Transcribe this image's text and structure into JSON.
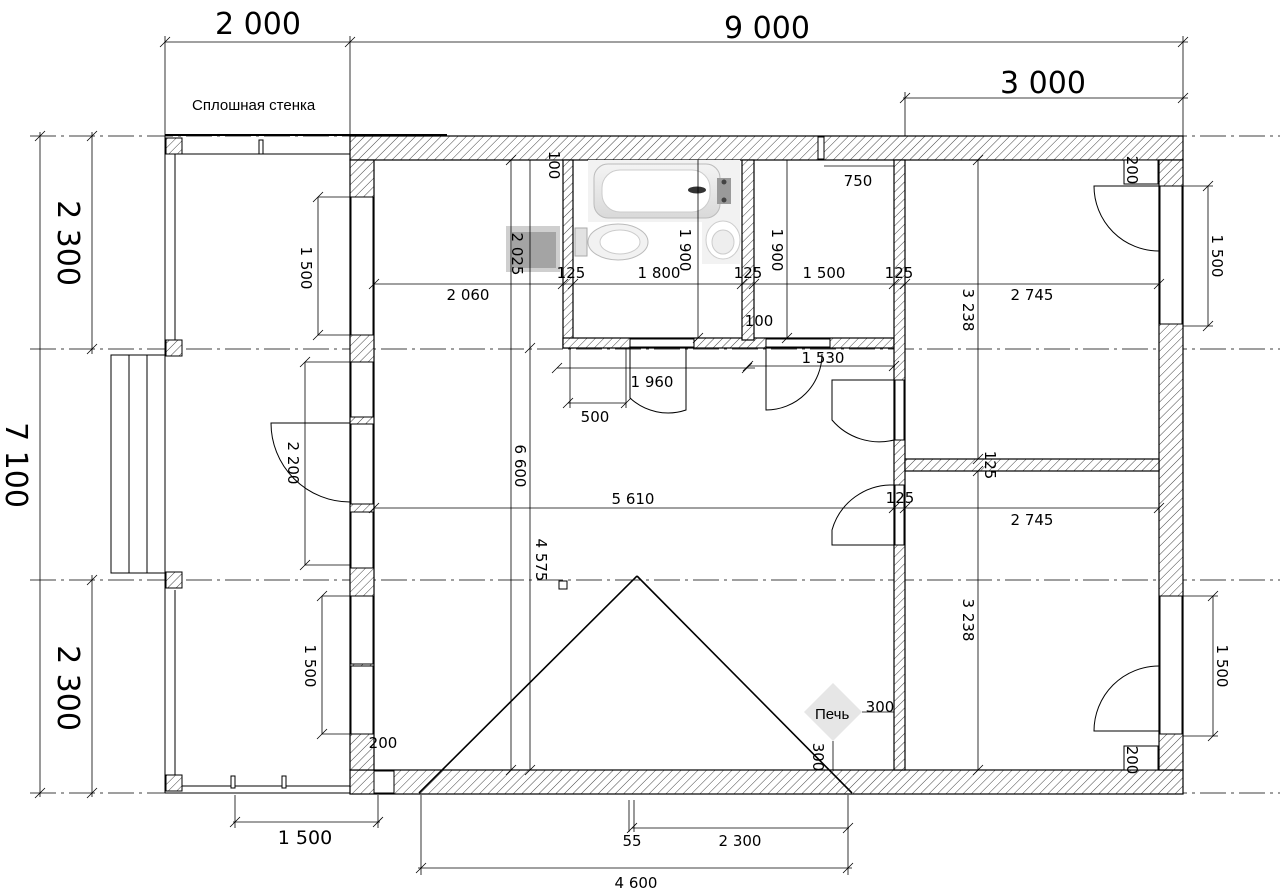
{
  "dimensions": {
    "top_left_width": "2 000",
    "top_total_width": "9 000",
    "top_right_width": "3 000",
    "left_total_height": "7 100",
    "left_top_height": "2 300",
    "left_bottom_height": "2 300",
    "bottom_terrace_width": "1 500",
    "bottom_roof_width": "4 600",
    "bottom_half_width": "2 300",
    "bottom_ridge_offset": "55"
  },
  "labels": {
    "solid_wall": "Сплошная стенка",
    "stove": "Печь"
  },
  "inner_dims": {
    "window_left_1": "1 500",
    "window_left_2": "1 500",
    "door_terrace": "2 200",
    "room_width_left": "2 060",
    "room_height_left": "2 025",
    "hall_height": "6 600",
    "hall_width": "5 610",
    "roof_rise": "4 575",
    "wall_125_a": "125",
    "bath_width": "1 800",
    "bath_height": "1 900",
    "wall_125_b": "125",
    "wc_width": "1 500",
    "wc_height": "1 900",
    "wall_125_c": "125",
    "wall_100_a": "100",
    "wall_100_b": "100",
    "bath_outer": "1 960",
    "wc_outer": "1 530",
    "door_500": "500",
    "vent_750": "750",
    "bedroom_top_width": "2 745",
    "bedroom_top_height": "3 238",
    "bedroom_bottom_width": "2 745",
    "bedroom_bottom_height": "3 238",
    "wall_125_d": "125",
    "wall_125_e": "125",
    "window_right_1": "1 500",
    "window_right_2": "1 500",
    "frame_200_a": "200",
    "frame_200_b": "200",
    "frame_200_c": "200",
    "stove_300_a": "300",
    "stove_300_b": "300"
  }
}
